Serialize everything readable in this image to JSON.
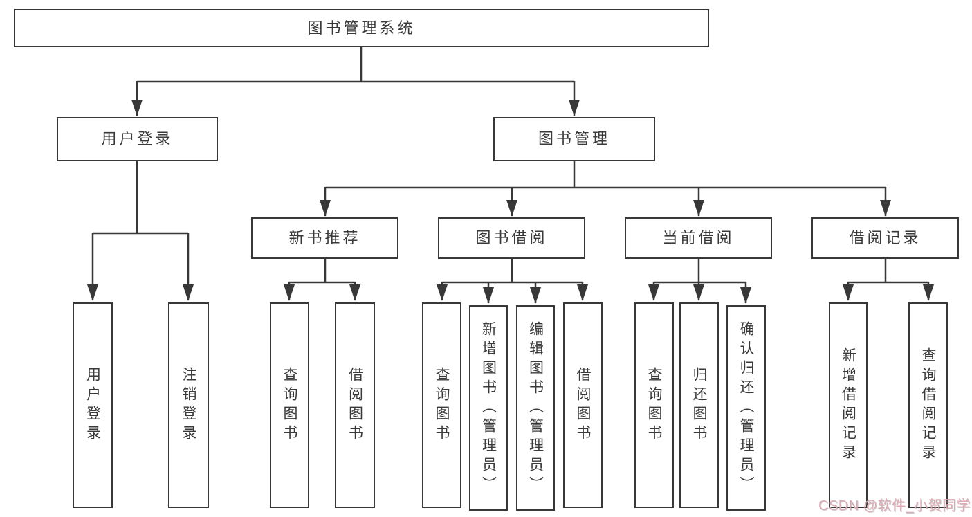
{
  "diagram_title": "图书管理系统",
  "nodes": {
    "root": "图书管理系统",
    "user_login_group": "用户登录",
    "book_mgmt": "图书管理",
    "user_login": "用户登录",
    "user_logout": "注销登录",
    "new_book_rec": "新书推荐",
    "book_borrow": "图书借阅",
    "current_borrow": "当前借阅",
    "borrow_records": "借阅记录",
    "nbr_query_book": "查询图书",
    "nbr_borrow_book": "借阅图书",
    "bb_query_book": "查询图书",
    "bb_add_book": "新增图书（管理员）",
    "bb_edit_book": "编辑图书（管理员）",
    "bb_borrow_book": "借阅图书",
    "cb_query_book": "查询图书",
    "cb_return_book": "归还图书",
    "cb_confirm_return": "确认归还（管理员）",
    "br_add_record": "新增借阅记录",
    "br_query_record": "查询借阅记录"
  },
  "hierarchy": {
    "图书管理系统": {
      "用户登录": [
        "用户登录",
        "注销登录"
      ],
      "图书管理": {
        "新书推荐": [
          "查询图书",
          "借阅图书"
        ],
        "图书借阅": [
          "查询图书",
          "新增图书（管理员）",
          "编辑图书（管理员）",
          "借阅图书"
        ],
        "当前借阅": [
          "查询图书",
          "归还图书",
          "确认归还（管理员）"
        ],
        "借阅记录": [
          "新增借阅记录",
          "查询借阅记录"
        ]
      }
    }
  },
  "watermark": {
    "text": "CSDN @软件_小贺同学",
    "color": "#dfa9b3"
  },
  "colors": {
    "line": "#383838",
    "box_border": "#383838",
    "text": "#3a3a3a",
    "background": "#ffffff"
  }
}
